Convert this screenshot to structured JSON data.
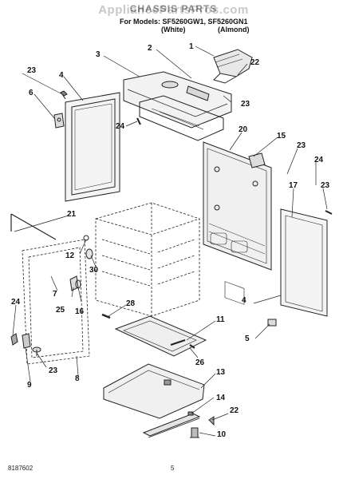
{
  "header": {
    "watermark": "AppliancePartsPros.com",
    "title": "CHASSIS PARTS",
    "models_label": "For Models: SF5260GW1, SF5260GN1",
    "variant_white": "(White)",
    "variant_almond": "(Almond)"
  },
  "footer": {
    "doc_number": "8187602",
    "page_number": "5"
  },
  "callouts": [
    {
      "id": "c1",
      "text": "1"
    },
    {
      "id": "c2",
      "text": "2"
    },
    {
      "id": "c3",
      "text": "3"
    },
    {
      "id": "c4a",
      "text": "4"
    },
    {
      "id": "c4b",
      "text": "4"
    },
    {
      "id": "c5",
      "text": "5"
    },
    {
      "id": "c6",
      "text": "6"
    },
    {
      "id": "c7",
      "text": "7"
    },
    {
      "id": "c8",
      "text": "8"
    },
    {
      "id": "c9",
      "text": "9"
    },
    {
      "id": "c10",
      "text": "10"
    },
    {
      "id": "c11",
      "text": "11"
    },
    {
      "id": "c12",
      "text": "12"
    },
    {
      "id": "c13",
      "text": "13"
    },
    {
      "id": "c14",
      "text": "14"
    },
    {
      "id": "c15",
      "text": "15"
    },
    {
      "id": "c16",
      "text": "16"
    },
    {
      "id": "c17",
      "text": "17"
    },
    {
      "id": "c20",
      "text": "20"
    },
    {
      "id": "c21",
      "text": "21"
    },
    {
      "id": "c22a",
      "text": "22"
    },
    {
      "id": "c22b",
      "text": "22"
    },
    {
      "id": "c23a",
      "text": "23"
    },
    {
      "id": "c23b",
      "text": "23"
    },
    {
      "id": "c23c",
      "text": "23"
    },
    {
      "id": "c23d",
      "text": "23"
    },
    {
      "id": "c23e",
      "text": "23"
    },
    {
      "id": "c24a",
      "text": "24"
    },
    {
      "id": "c24b",
      "text": "24"
    },
    {
      "id": "c24c",
      "text": "24"
    },
    {
      "id": "c25",
      "text": "25"
    },
    {
      "id": "c26",
      "text": "26"
    },
    {
      "id": "c28",
      "text": "28"
    },
    {
      "id": "c30",
      "text": "30"
    }
  ]
}
